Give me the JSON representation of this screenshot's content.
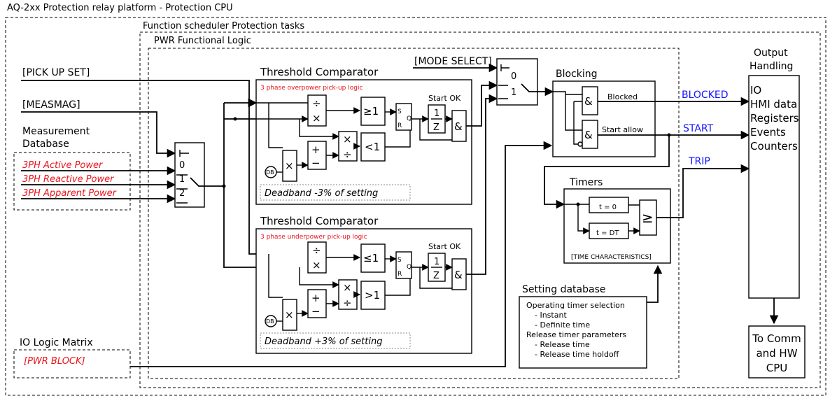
{
  "title": "AQ-2xx Protection relay platform - Protection CPU",
  "scheduler_label": "Function scheduler Protection tasks",
  "pwr_logic_label": "PWR Functional Logic",
  "inputs": {
    "pick_up_set": "[PICK UP SET]",
    "measmag": "[MEASMAG]",
    "mode_select": "[MODE SELECT]"
  },
  "measurement_db": {
    "title_line1": "Measurement",
    "title_line2": "Database",
    "items": [
      "3PH Active Power",
      "3PH Reactive Power",
      "3PH Apparent Power"
    ]
  },
  "selector_inputs": [
    "0",
    "1",
    "2"
  ],
  "mode_switch_inputs": [
    "0",
    "1"
  ],
  "comparator_upper": {
    "title": "Threshold Comparator",
    "subtitle": "3 phase overpower pick-up logic",
    "deadband": "Deadband  -3% of setting",
    "cmp1": "≥1",
    "cmp2": "<1",
    "start_ok": "Start OK"
  },
  "comparator_lower": {
    "title": "Threshold Comparator",
    "subtitle": "3 phase underpower pick-up logic",
    "deadband": "Deadband  +3% of setting",
    "cmp1": "≤1",
    "cmp2": ">1",
    "start_ok": "Start OK"
  },
  "common_symbols": {
    "div": "÷",
    "mul": "×",
    "plus": "+",
    "minus": "−",
    "and": "&",
    "db": "DB",
    "s": "S",
    "r": "R",
    "q": "Q",
    "one": "1",
    "z": "Z"
  },
  "blocking": {
    "title": "Blocking",
    "blocked": "Blocked",
    "start_allow": "Start allow"
  },
  "outputs": {
    "blocked": "BLOCKED",
    "start": "START",
    "trip": "TRIP"
  },
  "timers": {
    "title": "Timers",
    "t0": "t = 0",
    "tdt": "t = DT",
    "ge": "≥",
    "characteristics": "[TIME CHARACTERISTICS]"
  },
  "setting_db": {
    "title": "Setting database",
    "lines": [
      "Operating timer selection",
      "- Instant",
      "- Definite time",
      "Release timer parameters",
      "- Release time",
      "- Release time holdoff"
    ]
  },
  "output_handling": {
    "title_line1": "Output",
    "title_line2": "Handling",
    "items": [
      "IO",
      "HMI data",
      "Registers",
      "Events",
      "Counters"
    ]
  },
  "comm_cpu": [
    "To Comm",
    "and HW",
    "CPU"
  ],
  "io_logic": {
    "title": "IO Logic Matrix",
    "item": "[PWR BLOCK]"
  }
}
